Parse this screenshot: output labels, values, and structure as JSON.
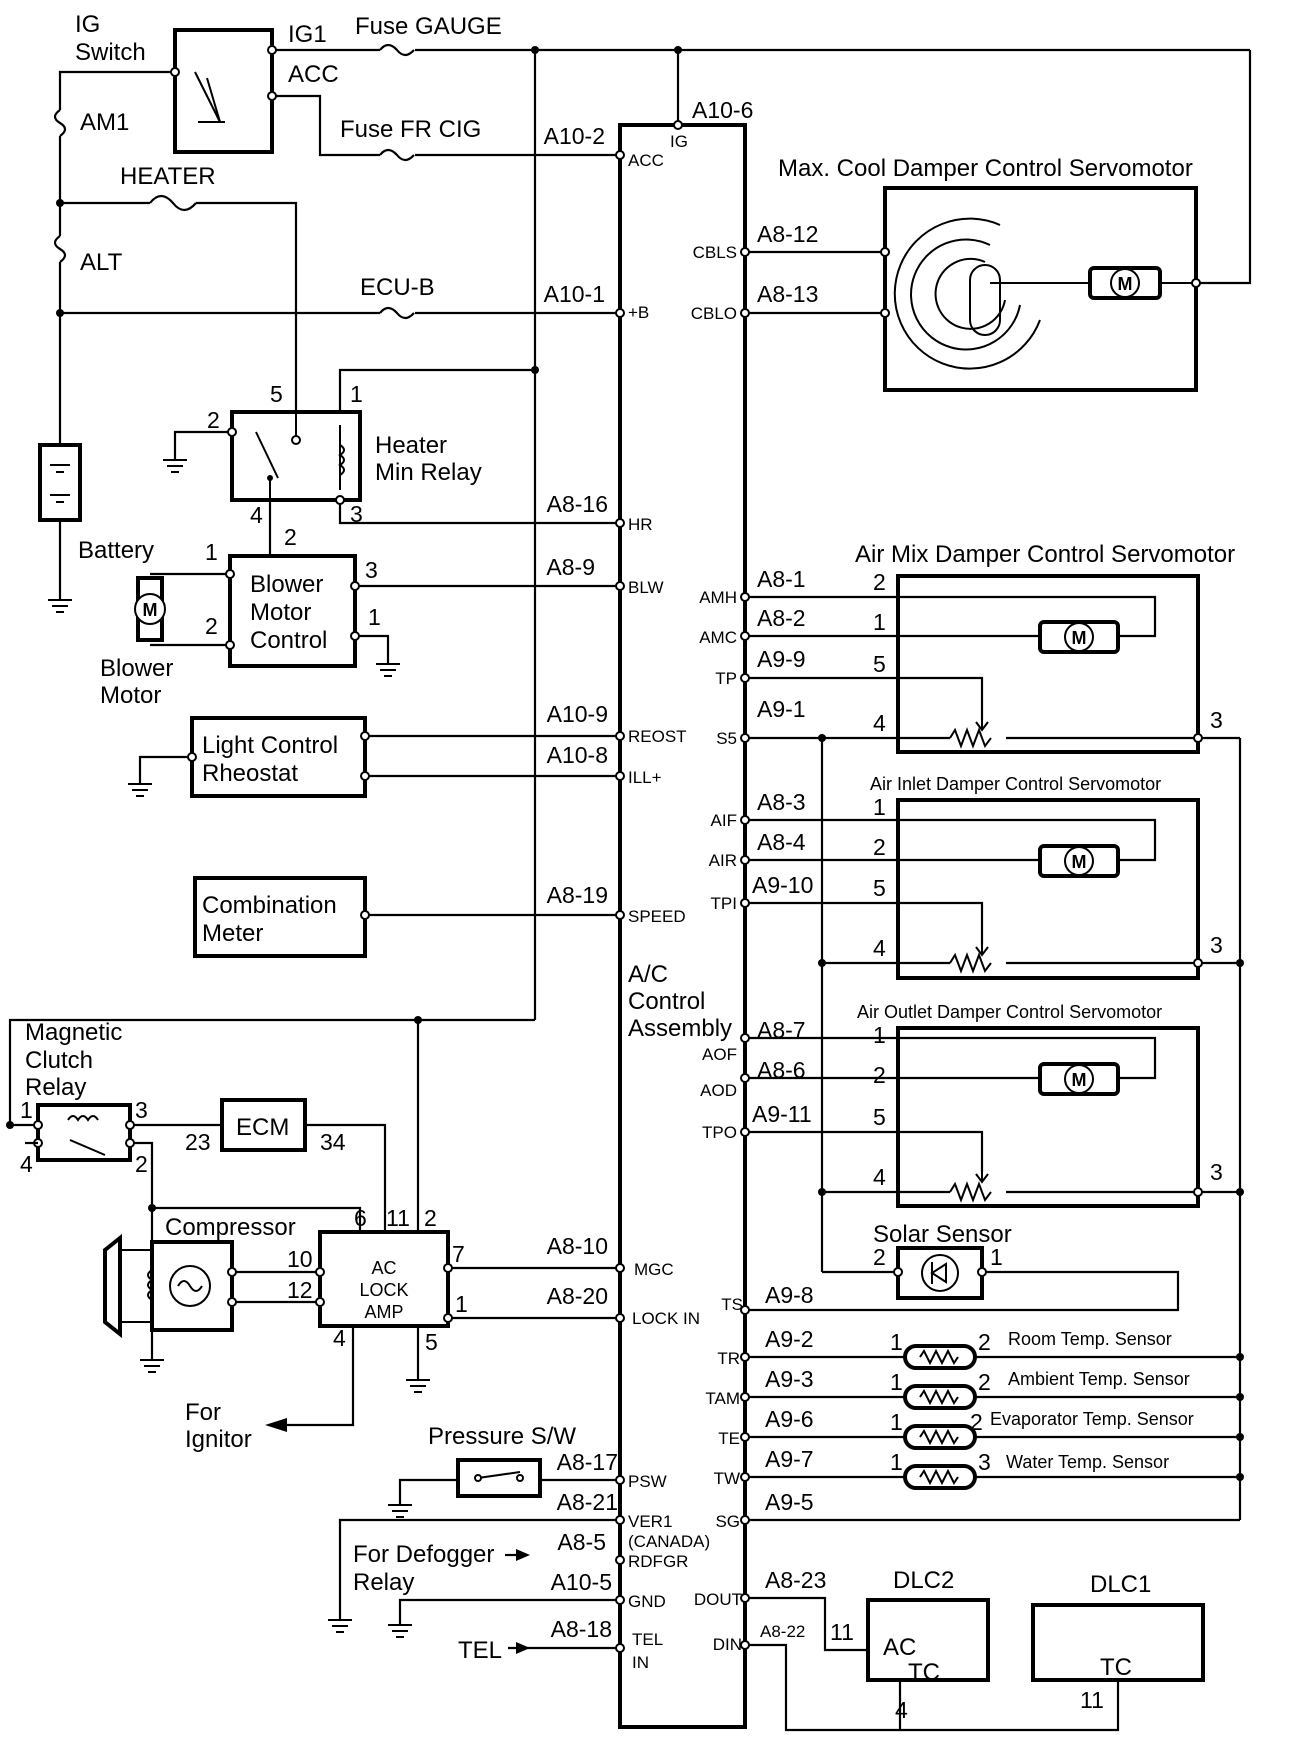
{
  "components": {
    "ig_switch": [
      "IG",
      "Switch"
    ],
    "ig1": "IG1",
    "acc": "ACC",
    "am1": "AM1",
    "alt": "ALT",
    "heater_fuse": "HEATER",
    "fuse_gauge": "Fuse GAUGE",
    "fuse_fr_cig": "Fuse FR CIG",
    "ecu_b": "ECU-B",
    "battery": "Battery",
    "heater_relay": [
      "Heater",
      "Min Relay"
    ],
    "blower_motor_control": [
      "Blower",
      "Motor",
      "Control"
    ],
    "blower_motor": [
      "Blower",
      "Motor"
    ],
    "light_control_rheostat": [
      "Light Control",
      "Rheostat"
    ],
    "combination_meter": [
      "Combination",
      "Meter"
    ],
    "ac_control_assembly": [
      "A/C",
      "Control",
      "Assembly"
    ],
    "magnetic_clutch_relay": [
      "Magnetic",
      "Clutch",
      "Relay"
    ],
    "ecm": "ECM",
    "compressor": "Compressor",
    "ac_lock_amp": [
      "AC",
      "LOCK",
      "AMP"
    ],
    "for_ignitor": [
      "For",
      "Ignitor"
    ],
    "pressure_sw": "Pressure S/W",
    "for_defogger_relay": [
      "For Defogger",
      "Relay"
    ],
    "tel": "TEL",
    "max_cool_servo": "Max. Cool Damper Control Servomotor",
    "air_mix_servo": "Air Mix Damper Control Servomotor",
    "air_inlet_servo": "Air Inlet Damper Control Servomotor",
    "air_outlet_servo": "Air Outlet Damper Control Servomotor",
    "solar_sensor": "Solar Sensor",
    "room_temp_sensor": "Room Temp. Sensor",
    "ambient_temp_sensor": "Ambient Temp. Sensor",
    "evaporator_temp_sensor": "Evaporator Temp. Sensor",
    "water_temp_sensor": "Water Temp. Sensor",
    "dlc2": "DLC2",
    "dlc1": "DLC1",
    "dlc2_ac": "AC",
    "dlc2_tc": "TC",
    "dlc1_tc": "TC",
    "motor_symbol": "M"
  },
  "ecu_left_terminals": [
    {
      "connector": "A10-2",
      "signal": "ACC"
    },
    {
      "connector": "A10-1",
      "signal": "+B"
    },
    {
      "connector": "A8-16",
      "signal": "HR"
    },
    {
      "connector": "A8-9",
      "signal": "BLW"
    },
    {
      "connector": "A10-9",
      "signal": "REOST"
    },
    {
      "connector": "A10-8",
      "signal": "ILL+"
    },
    {
      "connector": "A8-19",
      "signal": "SPEED"
    },
    {
      "connector": "A8-10",
      "signal": "MGC"
    },
    {
      "connector": "A8-20",
      "signal": "LOCK IN"
    },
    {
      "connector": "A8-17",
      "signal": "PSW"
    },
    {
      "connector": "A8-21",
      "signal": "VER1"
    },
    {
      "connector": "A8-5",
      "signal": "RDFGR"
    },
    {
      "connector": "A10-5",
      "signal": "GND"
    },
    {
      "connector": "A8-18",
      "signal": "TEL"
    }
  ],
  "ecu_extra_labels": {
    "canada": "(CANADA)",
    "tel_in": "IN"
  },
  "ecu_top_terminal": {
    "connector": "A10-6",
    "signal": "IG"
  },
  "ecu_right_terminals": [
    {
      "connector": "A8-12",
      "signal": "CBLS"
    },
    {
      "connector": "A8-13",
      "signal": "CBLO"
    },
    {
      "connector": "A8-1",
      "signal": "AMH"
    },
    {
      "connector": "A8-2",
      "signal": "AMC"
    },
    {
      "connector": "A9-9",
      "signal": "TP"
    },
    {
      "connector": "A9-1",
      "signal": "S5"
    },
    {
      "connector": "A8-3",
      "signal": "AIF"
    },
    {
      "connector": "A8-4",
      "signal": "AIR"
    },
    {
      "connector": "A9-10",
      "signal": "TPI"
    },
    {
      "connector": "A8-7",
      "signal": "AOF"
    },
    {
      "connector": "A8-6",
      "signal": "AOD"
    },
    {
      "connector": "A9-11",
      "signal": "TPO"
    },
    {
      "connector": "A9-8",
      "signal": "TS"
    },
    {
      "connector": "A9-2",
      "signal": "TR"
    },
    {
      "connector": "A9-3",
      "signal": "TAM"
    },
    {
      "connector": "A9-6",
      "signal": "TE"
    },
    {
      "connector": "A9-7",
      "signal": "TW"
    },
    {
      "connector": "A9-5",
      "signal": "SG"
    },
    {
      "connector": "A8-23",
      "signal": "DOUT"
    },
    {
      "connector": "A8-22",
      "signal": "DIN"
    }
  ],
  "pin_numbers": {
    "relay_5": "5",
    "relay_1": "1",
    "relay_2": "2",
    "relay_3": "3",
    "relay_4": "4",
    "bmc_1": "1",
    "bmc_2": "2",
    "bmc_3": "3",
    "bmc_out1": "1",
    "bmc_in2": "2",
    "mcr_1": "1",
    "mcr_3": "3",
    "mcr_4": "4",
    "mcr_2": "2",
    "ecm_23": "23",
    "ecm_34": "34",
    "amp_6": "6",
    "amp_11": "11",
    "amp_2": "2",
    "amp_7": "7",
    "amp_10": "10",
    "amp_12": "12",
    "amp_1": "1",
    "amp_4": "4",
    "amp_5": "5",
    "servo_2": "2",
    "servo_1": "1",
    "servo_5": "5",
    "servo_4": "4",
    "servo_3": "3",
    "solar_2": "2",
    "solar_1": "1",
    "sensor_1": "1",
    "sensor_2": "2",
    "sensor_3": "3",
    "dlc2_11": "11",
    "dlc2_4": "4",
    "dlc1_11": "11"
  }
}
